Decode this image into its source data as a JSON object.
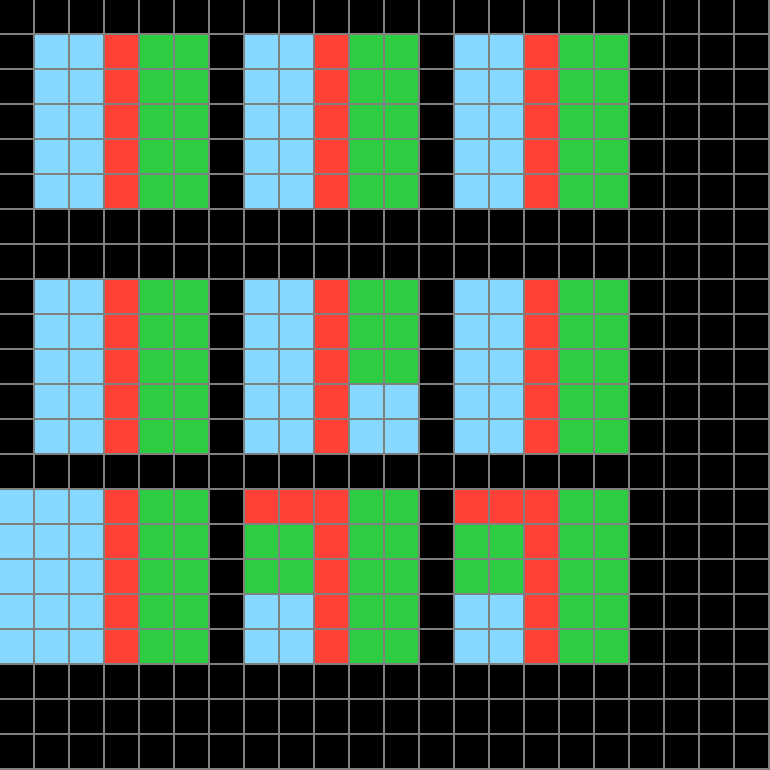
{
  "palette": {
    "0": "#000000",
    "1": "#87D8FF",
    "2": "#FF4136",
    "3": "#2ECC40"
  },
  "grid_line_color": "#808080",
  "cell_names": {
    "0": "black-cell",
    "1": "light-blue-cell",
    "2": "red-cell",
    "3": "green-cell"
  },
  "grid": [
    "0000000000000000000000",
    "0112330112330112330000",
    "0112330112330112330000",
    "0112330112330112330000",
    "0112330112330112330000",
    "0112330112330112330000",
    "0000000000000000000000",
    "0000000000000000000000",
    "0112330112330112330000",
    "0112330112330112330000",
    "0112330112330112330000",
    "0112330112110112330000",
    "0112330112110112330000",
    "0000000000000000000000",
    "1112330222330222330000",
    "1112330332330332330000",
    "1112330332330332330000",
    "1112330112330112330000",
    "1112330112330112330000",
    "0000000000000000000000",
    "0000000000000000000000",
    "0000000000000000000000"
  ]
}
